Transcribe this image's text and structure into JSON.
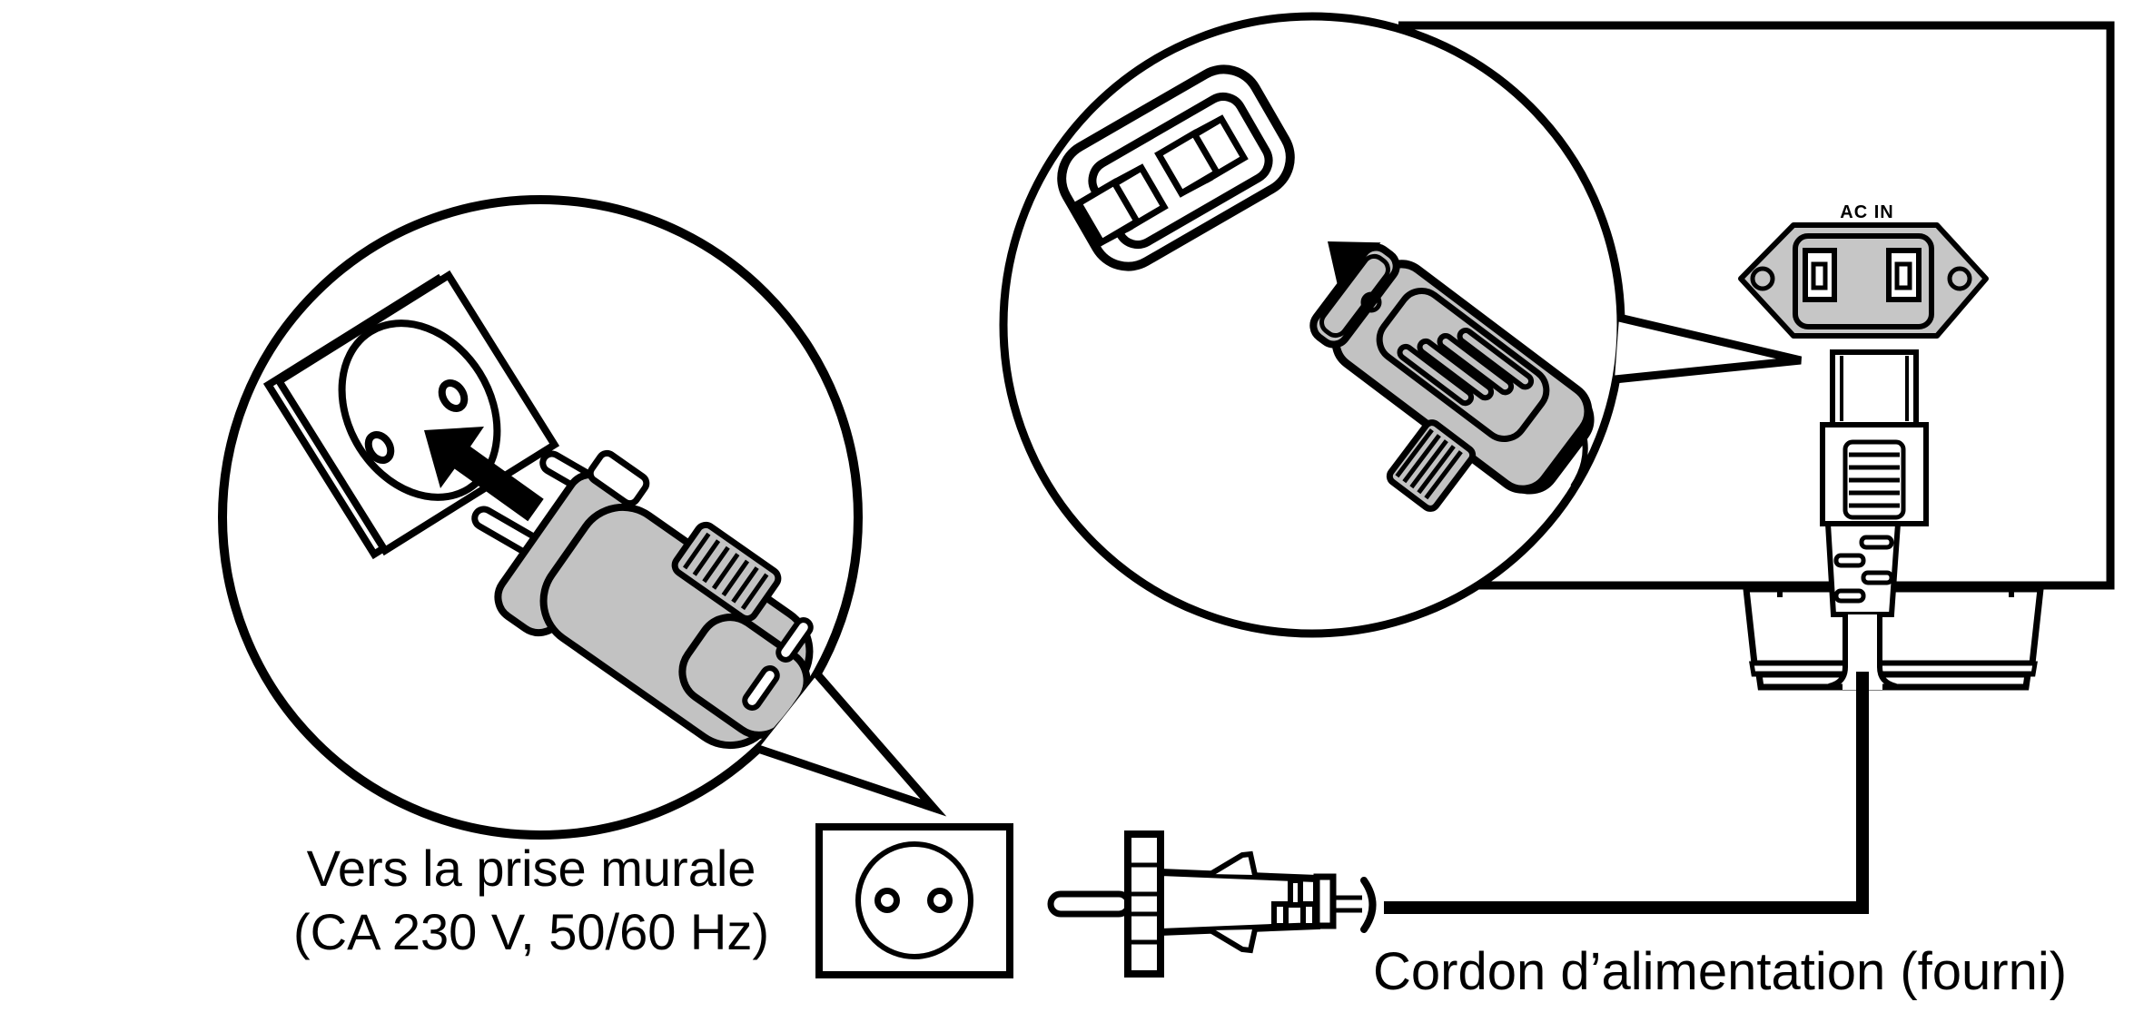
{
  "labels": {
    "wall_line1": "Vers la prise murale",
    "wall_line2": "(CA 230 V, 50/60 Hz)",
    "cord": "Cordon d’alimentation (fourni)",
    "ac_in": "AC IN"
  },
  "colors": {
    "line": "#000000",
    "plug_gray": "#c2c2c2",
    "inlet_gray": "#c6c6c6",
    "background": "#ffffff"
  }
}
